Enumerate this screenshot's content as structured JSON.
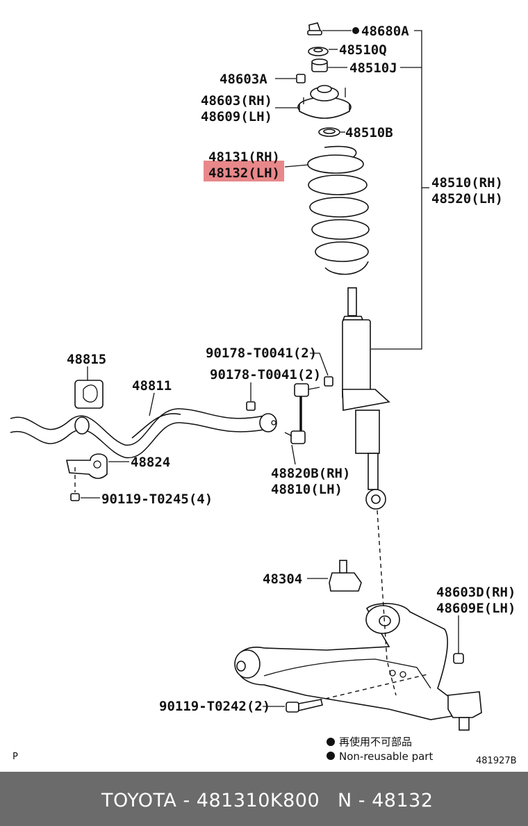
{
  "diagram": {
    "labels": {
      "l48680A": "48680A",
      "l48510Q": "48510Q",
      "l48510J": "48510J",
      "l48603A": "48603A",
      "l48603RH": "48603(RH)",
      "l48609LH": "48609(LH)",
      "l48510B": "48510B",
      "l48131RH": "48131(RH)",
      "l48132LH": "48132(LH)",
      "l48510RH": "48510(RH)",
      "l48520LH": "48520(LH)",
      "l90178a": "90178-T0041(2)",
      "l90178b": "90178-T0041(2)",
      "l48815": "48815",
      "l48811": "48811",
      "l48824": "48824",
      "l90119a": "90119-T0245(4)",
      "l48820B": "48820B(RH)",
      "l48810": "48810(LH)",
      "l48304": "48304",
      "l48603D": "48603D(RH)",
      "l48609E": "48609E(LH)",
      "l90119b": "90119-T0242(2)"
    },
    "highlight_color": "#e8888a",
    "legend": {
      "jp": "再使用不可部品",
      "en": "Non-reusable part"
    },
    "corner_left": "P",
    "diagram_code": "481927B"
  },
  "footer": {
    "part_text": "TOYOTA - 481310K800",
    "ref_text": "N - 48132"
  }
}
